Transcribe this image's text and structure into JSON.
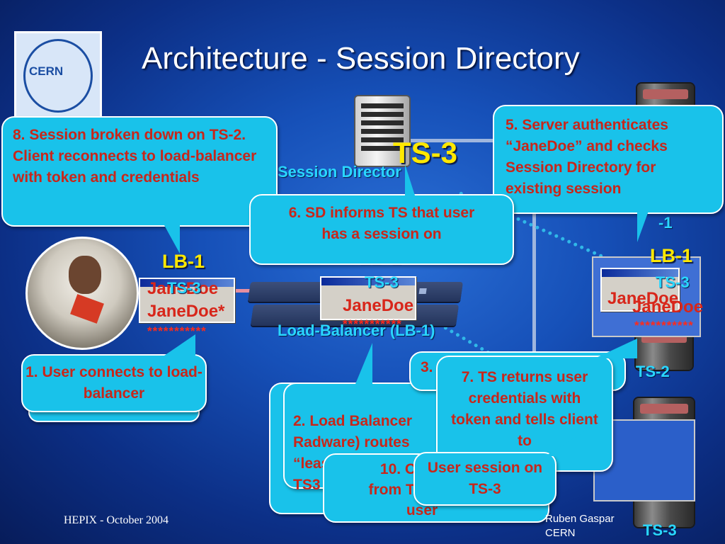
{
  "title": "Architecture - Session Directory",
  "logo_text": "CERN",
  "labels": {
    "ts3_big": "TS-3",
    "session_directory": "Session Director",
    "load_balancer": "Load-Balancer (LB-1)",
    "ts1_partial": "-1",
    "ts2": "TS-2",
    "ts3_bottom": "TS-3"
  },
  "client": {
    "lb": "LB-1",
    "ts": "TS-3",
    "user": "JaneDoe",
    "user2": "JaneDoe*",
    "password": "***********"
  },
  "lb_node": {
    "lb": "LB-1",
    "ts": "TS-3",
    "user": "JaneDoe",
    "password": "***********"
  },
  "ts_node": {
    "lb": "LB-1",
    "ts": "TS-3",
    "user": "JaneDoe",
    "user2": "JaneDoe",
    "password": "***********"
  },
  "callouts": {
    "c1": "1. User connects to load-balancer",
    "c2": "2. Load Balancer\nRadware) routes\n“least-loaded” se\nTS3",
    "c3": "3.",
    "c5": "5. Server authenticates “JaneDoe” and checks Session Directory for existing session",
    "c6_line1": "6. SD informs TS  that user",
    "c6_line2": "has a session on",
    "c7": "7. TS returns user credentials with token and tells client to",
    "c8": "8. Session broken down on TS-2.  Client reconnects to load-balancer with token and credentials",
    "c10_line1": "10. Orig",
    "c10_line2": "from TS3",
    "c10_line3": "user",
    "user_session": "User session on TS-3"
  },
  "footer": {
    "left": "HEPIX - October 2004",
    "right_line1": "Ruben Gaspar",
    "right_line2": "CERN"
  },
  "colors": {
    "callout_fill": "#19c2ea",
    "callout_text": "#c8261a",
    "label_yellow": "#ffe800",
    "label_cyan": "#29d7ff"
  }
}
